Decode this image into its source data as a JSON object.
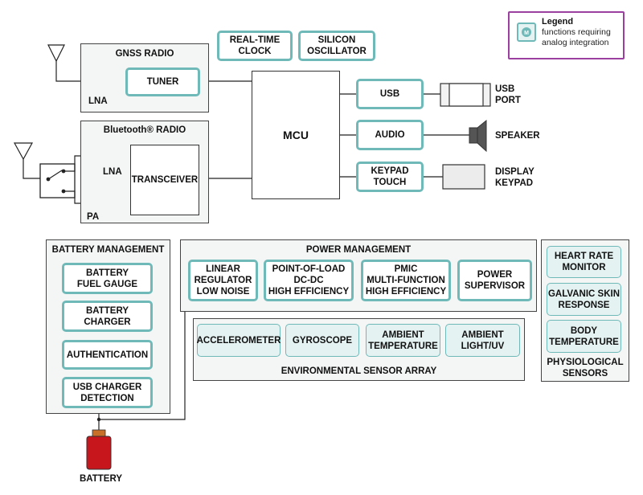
{
  "legend": {
    "title": "Legend",
    "text": "functions requiring\nanalog integration",
    "accent": "#9b3fa0"
  },
  "gnss": {
    "title": "GNSS RADIO",
    "lna": "LNA",
    "tuner": "TUNER"
  },
  "top_blocks": {
    "rtc": "REAL-TIME\nCLOCK",
    "oscillator": "SILICON\nOSCILLATOR"
  },
  "bluetooth": {
    "title": "Bluetooth® RADIO",
    "lna": "LNA",
    "pa": "PA",
    "transceiver": "TRANSCEIVER"
  },
  "mcu": "MCU",
  "peripherals": {
    "usb": "USB",
    "usb_port": "USB\nPORT",
    "audio": "AUDIO",
    "speaker": "SPEAKER",
    "keypad": "KEYPAD\nTOUCH",
    "display": "DISPLAY\nKEYPAD"
  },
  "battery_management": {
    "title": "BATTERY MANAGEMENT",
    "items": [
      "BATTERY\nFUEL GAUGE",
      "BATTERY\nCHARGER",
      "AUTHENTICATION",
      "USB CHARGER\nDETECTION"
    ]
  },
  "power_management": {
    "title": "POWER MANAGEMENT",
    "items": [
      "LINEAR\nREGULATOR\nLOW NOISE",
      "POINT-OF-LOAD\nDC-DC\nHIGH EFFICIENCY",
      "PMIC\nMULTI-FUNCTION\nHIGH EFFICIENCY",
      "POWER\nSUPERVISOR"
    ]
  },
  "environmental": {
    "title": "ENVIRONMENTAL SENSOR ARRAY",
    "items": [
      "ACCELEROMETER",
      "GYROSCOPE",
      "AMBIENT\nTEMPERATURE",
      "AMBIENT\nLIGHT/UV"
    ]
  },
  "physiological": {
    "title": "PHYSIOLOGICAL\nSENSORS",
    "items": [
      "HEART RATE\nMONITOR",
      "GALVANIC SKIN\nRESPONSE",
      "BODY\nTEMPERATURE"
    ]
  },
  "battery": "BATTERY",
  "colors": {
    "teal_border": "#6fb9b9",
    "teal_fill": "#e5f2f2",
    "group_bg": "#f4f5f5",
    "battery_red": "#c8161d",
    "battery_cap": "#c8702a"
  }
}
